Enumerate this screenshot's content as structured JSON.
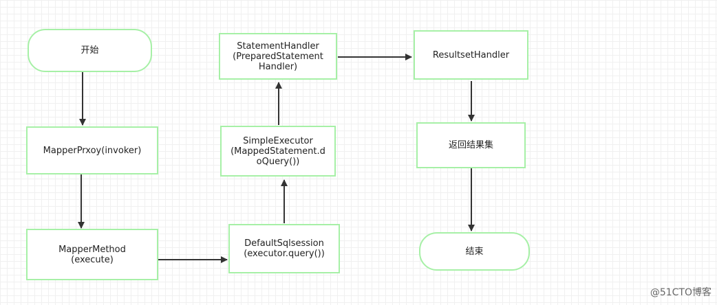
{
  "colors": {
    "node_border": "#a6f0a6",
    "arrow": "#333333",
    "grid": "#f0f0f0"
  },
  "nodes": {
    "start": {
      "lines": [
        "开始"
      ]
    },
    "mapper_proxy": {
      "lines": [
        "MapperPrxoy(invoker)"
      ]
    },
    "mapper_method": {
      "lines": [
        "MapperMethod",
        "(execute)"
      ]
    },
    "default_sqlsession": {
      "lines": [
        "DefaultSqlsession",
        "(executor.query())"
      ]
    },
    "simple_executor": {
      "lines": [
        "SimpleExecutor",
        "(MappedStatement.d",
        "oQuery())"
      ]
    },
    "statement_handler": {
      "lines": [
        "StatementHandler",
        "(PreparedStatement",
        "Handler)"
      ]
    },
    "resultset_handler": {
      "lines": [
        "ResultsetHandler"
      ]
    },
    "return_result": {
      "lines": [
        "返回结果集"
      ]
    },
    "end": {
      "lines": [
        "结束"
      ]
    }
  },
  "edges": [
    {
      "from": "start",
      "to": "mapper_proxy"
    },
    {
      "from": "mapper_proxy",
      "to": "mapper_method"
    },
    {
      "from": "mapper_method",
      "to": "default_sqlsession"
    },
    {
      "from": "default_sqlsession",
      "to": "simple_executor"
    },
    {
      "from": "simple_executor",
      "to": "statement_handler"
    },
    {
      "from": "statement_handler",
      "to": "resultset_handler"
    },
    {
      "from": "resultset_handler",
      "to": "return_result"
    },
    {
      "from": "return_result",
      "to": "end"
    }
  ],
  "watermark": "@51CTO博客"
}
